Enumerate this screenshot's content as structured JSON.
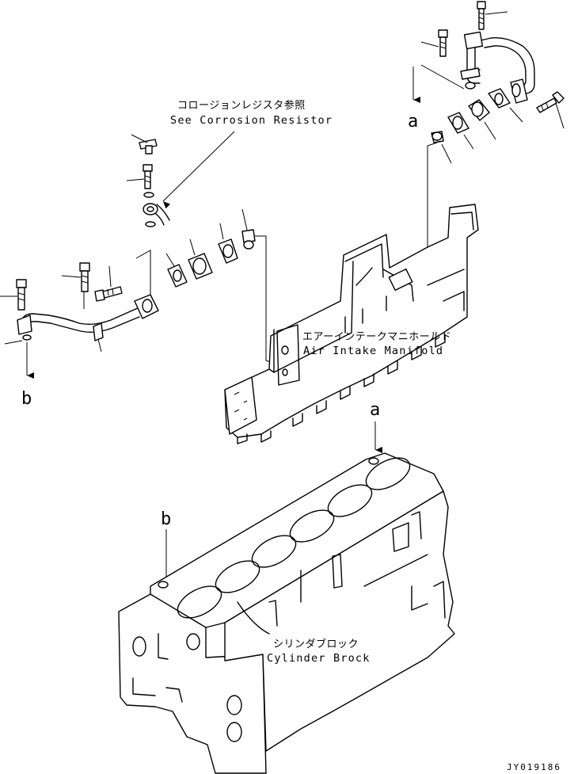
{
  "labels": {
    "corrosion_jp": "コロージョンレジスタ参照",
    "corrosion_en": "See Corrosion Resistor",
    "manifold_jp": "エアーインテークマニホールド",
    "manifold_en": "Air Intake Manifold",
    "block_jp": "シリンダブロック",
    "block_en": "Cylinder Brock",
    "ref_a": "a",
    "ref_b": "b",
    "drawing_code": "JY019186"
  }
}
